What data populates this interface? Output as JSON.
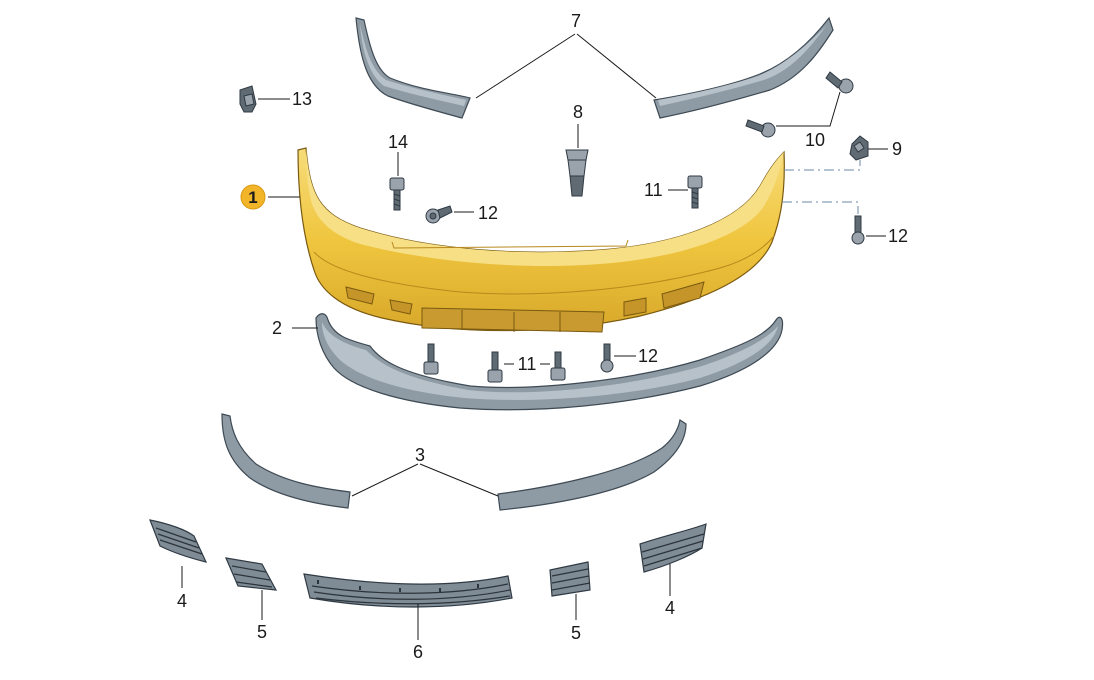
{
  "diagram": {
    "highlight_color": "#f2b52a",
    "bumper_color": "#f2c94c",
    "trim_color": "#8e9aa4",
    "callouts": {
      "c1": "1",
      "c2": "2",
      "c3": "3",
      "c4_left": "4",
      "c4_right": "4",
      "c5_left": "5",
      "c5_right": "5",
      "c6": "6",
      "c7": "7",
      "c8": "8",
      "c9": "9",
      "c10": "10",
      "c11_top": "11",
      "c11_bottom": "11",
      "c12_top_left": "12",
      "c12_right": "12",
      "c12_bottom": "12",
      "c13": "13",
      "c14": "14"
    }
  }
}
